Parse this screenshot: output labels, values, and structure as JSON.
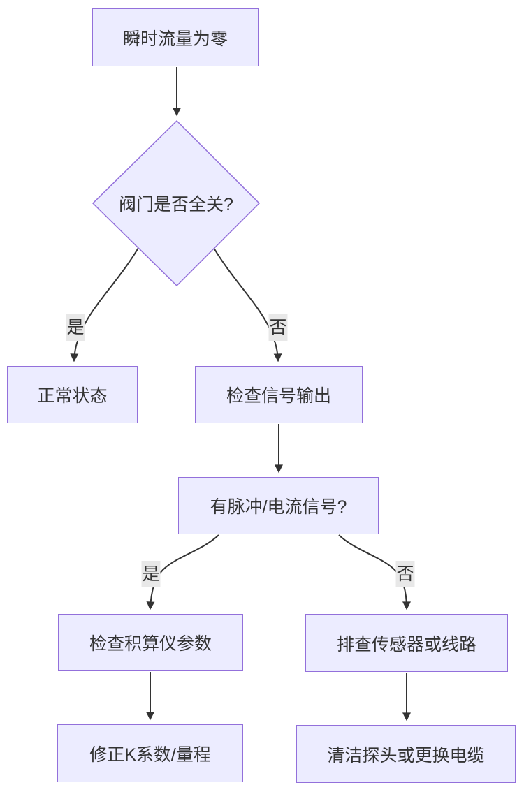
{
  "diagram": {
    "type": "flowchart",
    "direction": "top-down",
    "nodes": {
      "start": {
        "label": "瞬时流量为零",
        "shape": "rectangle"
      },
      "valve_decision": {
        "label": "阀门是否全关?",
        "shape": "diamond"
      },
      "normal": {
        "label": "正常状态",
        "shape": "rectangle"
      },
      "check_signal": {
        "label": "检查信号输出",
        "shape": "rectangle"
      },
      "signal_decision": {
        "label": "有脉冲/电流信号?",
        "shape": "rectangle"
      },
      "check_totalizer": {
        "label": "检查积算仪参数",
        "shape": "rectangle"
      },
      "check_sensor": {
        "label": "排查传感器或线路",
        "shape": "rectangle"
      },
      "fix_k_factor": {
        "label": "修正K系数/量程",
        "shape": "rectangle"
      },
      "clean_probe": {
        "label": "清洁探头或更换电缆",
        "shape": "rectangle"
      }
    },
    "edges": [
      {
        "from": "start",
        "to": "valve_decision",
        "label": ""
      },
      {
        "from": "valve_decision",
        "to": "normal",
        "label": "是"
      },
      {
        "from": "valve_decision",
        "to": "check_signal",
        "label": "否"
      },
      {
        "from": "check_signal",
        "to": "signal_decision",
        "label": ""
      },
      {
        "from": "signal_decision",
        "to": "check_totalizer",
        "label": "是"
      },
      {
        "from": "signal_decision",
        "to": "check_sensor",
        "label": "否"
      },
      {
        "from": "check_totalizer",
        "to": "fix_k_factor",
        "label": ""
      },
      {
        "from": "check_sensor",
        "to": "clean_probe",
        "label": ""
      }
    ],
    "colors": {
      "node_fill": "#ECECFF",
      "node_border": "#9370DB",
      "edge_line": "#333333",
      "text": "#333333",
      "edge_label_bg": "#e8e8e8",
      "background": "#ffffff"
    }
  }
}
